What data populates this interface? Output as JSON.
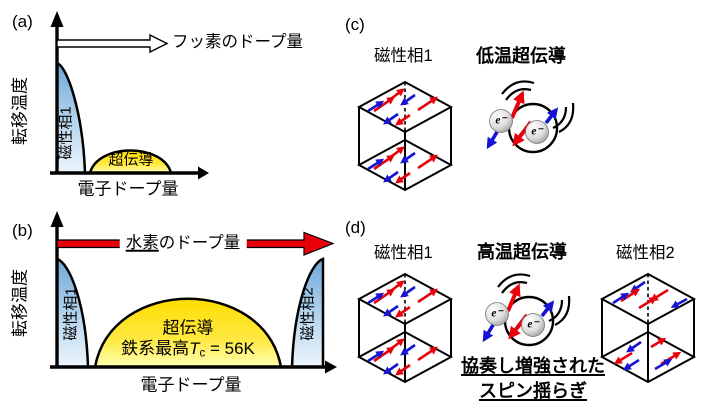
{
  "figure": {
    "background": "#ffffff",
    "colors": {
      "phase_blue_top": "#6ea8d8",
      "phase_blue_bottom": "#eef5fc",
      "sc_yellow_top": "#ffdd00",
      "sc_yellow_bottom": "#ffffb4",
      "doping_red": "#e8000b",
      "spin_red": "#e8000b",
      "spin_blue": "#1414d2",
      "outline": "#000000"
    }
  },
  "panel_a": {
    "label": "(a)",
    "y_axis": "転移温度",
    "x_axis": "電子ドープ量",
    "magnetic_phase": "磁性相1",
    "superconductivity": "超伝導",
    "doping_arrow": "フッ素のドープ量"
  },
  "panel_b": {
    "label": "(b)",
    "y_axis": "転移温度",
    "x_axis": "電子ドープ量",
    "magnetic_phase1": "磁性相1",
    "magnetic_phase2": "磁性相2",
    "superconductivity": "超伝導",
    "tc_prefix": "鉄系最高",
    "tc_symbol": "T",
    "tc_sub": "c",
    "tc_value": " = 56K",
    "doping_underlined": "水素",
    "doping_rest": "のドープ量"
  },
  "panel_c": {
    "label": "(c)",
    "magnetic_phase": "磁性相1",
    "title": "低温超伝導",
    "electron": "e⁻"
  },
  "panel_d": {
    "label": "(d)",
    "magnetic_phase1": "磁性相1",
    "title": "高温超伝導",
    "magnetic_phase2": "磁性相2",
    "caption_line1": "協奏し増強された",
    "caption_line2": "スピン揺らぎ",
    "electron": "e⁻"
  }
}
